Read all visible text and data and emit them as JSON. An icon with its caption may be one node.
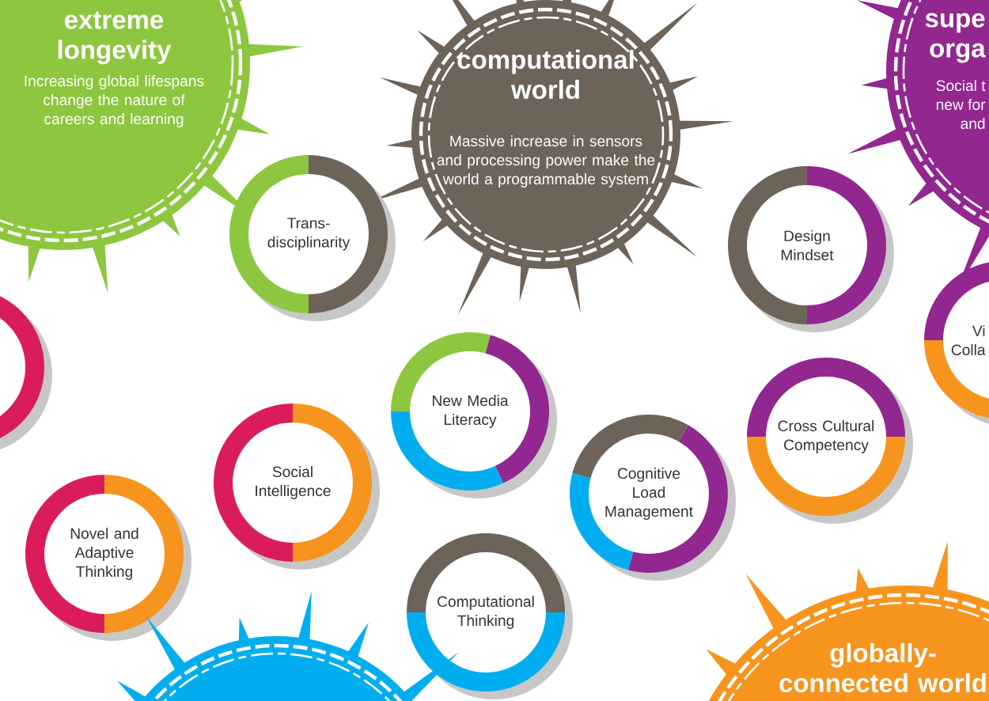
{
  "diagram": {
    "nodes": [
      {
        "text": [
          "extreme longevity",
          "Increasing global lifespans change the nature of careers and learning"
        ]
      },
      {
        "text": [
          "computational world",
          "Massive increase in sensors and processing power make the world a programmable system"
        ]
      },
      {
        "text": [
          "supe orga",
          "Social t new for and"
        ]
      },
      {
        "text": [
          "Trans- disciplinarity"
        ]
      },
      {
        "text": [
          "Design Mindset"
        ]
      },
      {
        "text": [
          "Vi Colla"
        ]
      },
      {
        "text": [],
        "shape": "circle"
      },
      {
        "text": [
          "New Media Literacy"
        ]
      },
      {
        "text": [
          "Cross Cultural Competency"
        ]
      },
      {
        "text": [
          "Social Intelligence"
        ]
      },
      {
        "text": [
          "Cognitive Load Management"
        ]
      },
      {
        "text": [
          "Novel and Adaptive Thinking"
        ]
      },
      {
        "text": [
          "Computational Thinking"
        ]
      },
      {
        "text": [],
        "shape": "circle"
      },
      {
        "text": [
          "globally- connected world"
        ]
      }
    ]
  }
}
